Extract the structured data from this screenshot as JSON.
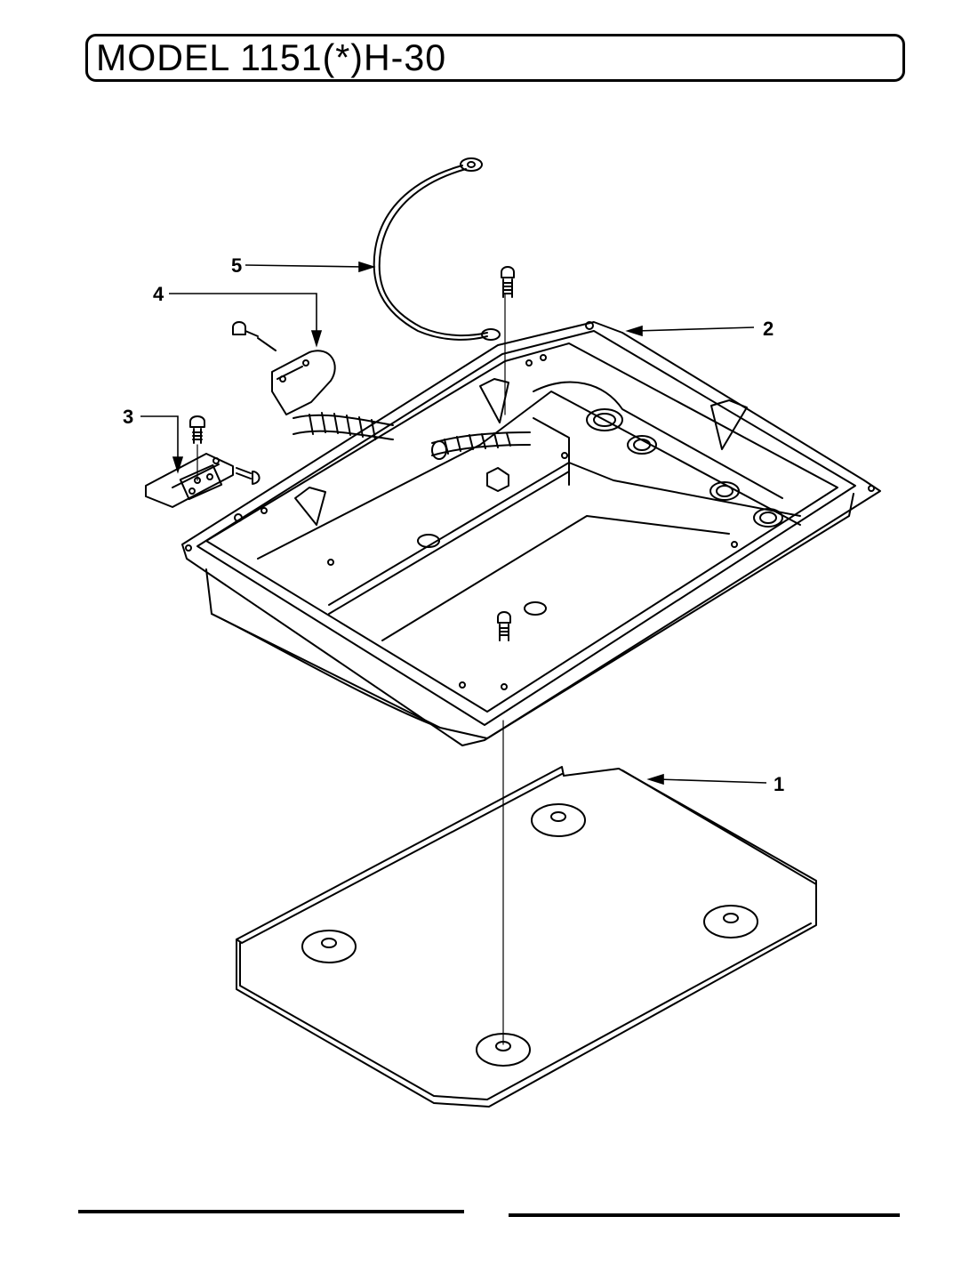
{
  "title": "MODEL 1151(*)H-30",
  "callouts": {
    "c1": "1",
    "c2": "2",
    "c3": "3",
    "c4": "4",
    "c5": "5"
  }
}
